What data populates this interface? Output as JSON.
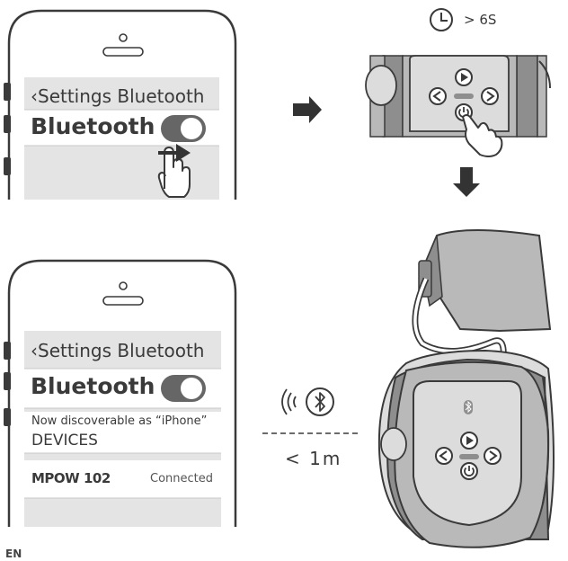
{
  "phone_top": {
    "back_label": "Settings Bluetooth",
    "toggle_label": "Bluetooth",
    "toggle_on": true
  },
  "phone_bottom": {
    "back_label": "Settings Bluetooth",
    "toggle_label": "Bluetooth",
    "toggle_on": true,
    "discoverable_text": "Now discoverable as “iPhone”",
    "devices_header": "DEVICES",
    "device_name": "MPOW 102",
    "device_status": "Connected"
  },
  "timer": {
    "label": "> 6S"
  },
  "distance": {
    "label": "< 1m"
  },
  "footer": {
    "text": "EN"
  },
  "colors": {
    "outline": "#3a3a3a",
    "screen_bg": "#e4e4e4",
    "headphone_dark": "#8e8e8e",
    "headphone_mid": "#b9b9b9",
    "headphone_light": "#dcdcdc",
    "arrow": "#333333"
  },
  "icons": [
    "clock-icon",
    "play-icon",
    "power-icon",
    "left-icon",
    "right-icon",
    "hand-pointer-icon",
    "bluetooth-icon",
    "signal-waves-icon",
    "arrow-right-icon",
    "arrow-down-icon"
  ]
}
